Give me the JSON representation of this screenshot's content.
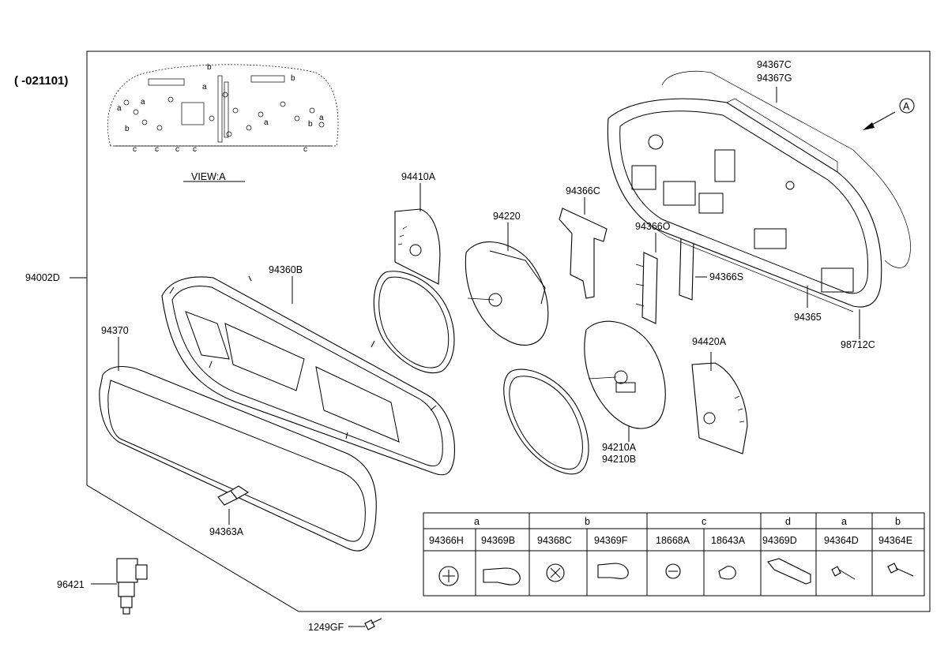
{
  "variant_code": "( -021101)",
  "view_label": "VIEW:A",
  "view_letters": [
    "a",
    "b",
    "c"
  ],
  "arrow_letter": "A",
  "callouts": {
    "p94002D": "94002D",
    "p94370": "94370",
    "p94360B": "94360B",
    "p94410A": "94410A",
    "p94220": "94220",
    "p94366C": "94366C",
    "p94366O": "94366O",
    "p94366S": "94366S",
    "p94367C": "94367C",
    "p94367G": "94367G",
    "p94365": "94365",
    "p98712C": "98712C",
    "p94420A": "94420A",
    "p94210A": "94210A",
    "p94210B": "94210B",
    "p94363A": "94363A",
    "p96421": "96421",
    "p1249GF": "1249GF"
  },
  "legend_table": {
    "groups": [
      "a",
      "b",
      "c",
      "d",
      "a",
      "b"
    ],
    "parts": [
      "94366H",
      "94369B",
      "94368C",
      "94369F",
      "18668A",
      "18643A",
      "94369D",
      "94364D",
      "94364E"
    ]
  }
}
